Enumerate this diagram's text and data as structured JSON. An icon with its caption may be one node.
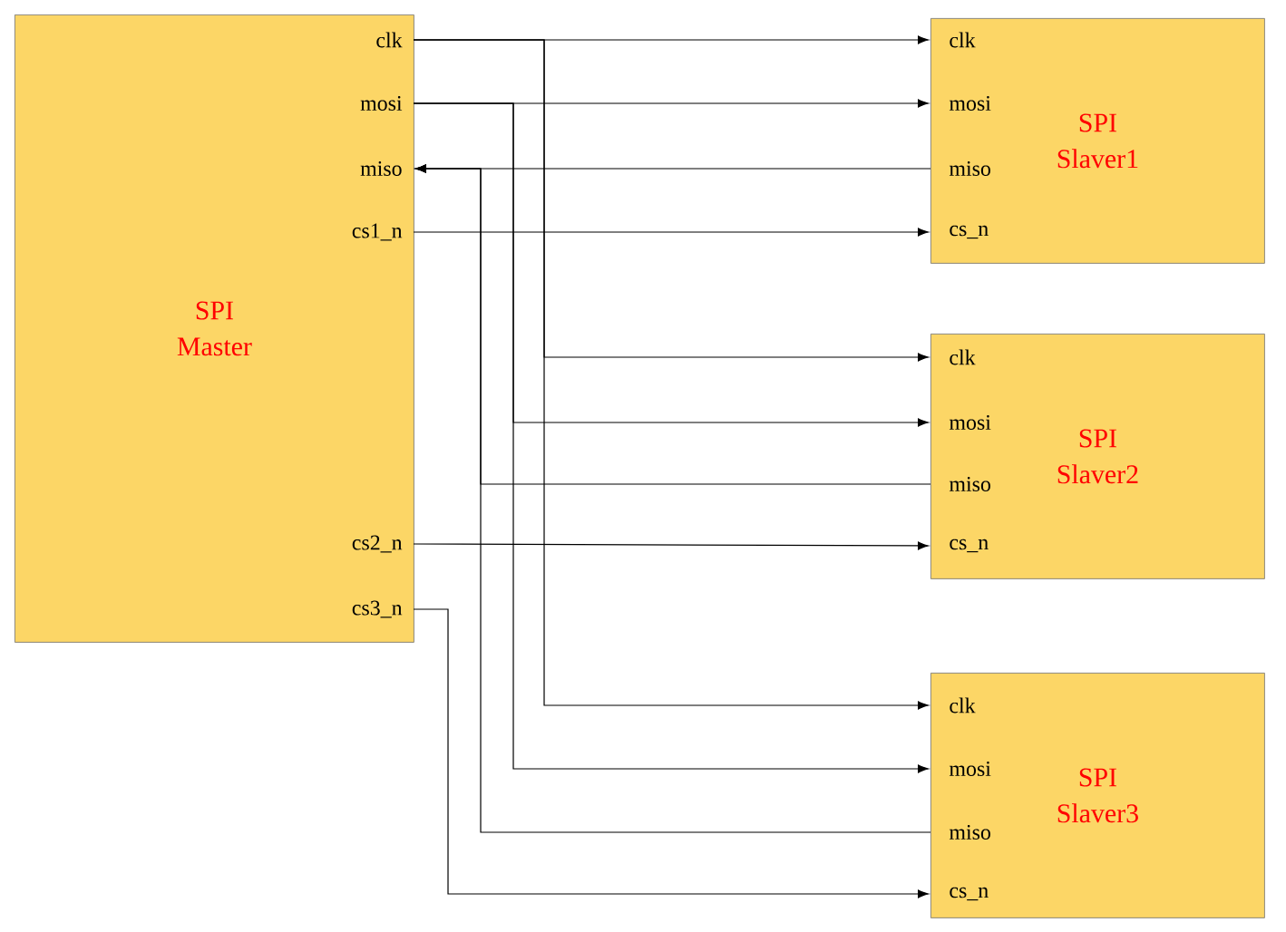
{
  "diagram": {
    "nodes": [
      {
        "text": [
          "SPI Master"
        ]
      },
      {
        "text": [
          "clk"
        ],
        "in": 0
      },
      {
        "text": [
          "mosi"
        ],
        "in": 0
      },
      {
        "text": [
          "miso"
        ],
        "in": 0
      },
      {
        "text": [
          "cs1_n"
        ],
        "in": 0
      },
      {
        "text": [
          "cs2_n"
        ],
        "in": 0
      },
      {
        "text": [
          "cs3_n"
        ],
        "in": 0
      },
      {
        "text": [
          "SPI Slaver1"
        ]
      },
      {
        "text": [
          "clk"
        ],
        "in": 7
      },
      {
        "text": [
          "mosi"
        ],
        "in": 7
      },
      {
        "text": [
          "miso"
        ],
        "in": 7
      },
      {
        "text": [
          "cs_n"
        ],
        "in": 7
      },
      {
        "text": [
          "SPI Slaver2"
        ]
      },
      {
        "text": [
          "clk"
        ],
        "in": 12
      },
      {
        "text": [
          "mosi"
        ],
        "in": 12
      },
      {
        "text": [
          "miso"
        ],
        "in": 12
      },
      {
        "text": [
          "cs_n"
        ],
        "in": 12
      },
      {
        "text": [
          "SPI Slaver3"
        ]
      },
      {
        "text": [
          "clk"
        ],
        "in": 17
      },
      {
        "text": [
          "mosi"
        ],
        "in": 17
      },
      {
        "text": [
          "miso"
        ],
        "in": 17
      },
      {
        "text": [
          "cs_n"
        ],
        "in": 17
      }
    ],
    "edges": [
      {
        "from": 1,
        "to": 8,
        "arrow": "to"
      },
      {
        "from": 1,
        "to": 13,
        "arrow": "to"
      },
      {
        "from": 1,
        "to": 18,
        "arrow": "to"
      },
      {
        "from": 2,
        "to": 9,
        "arrow": "to"
      },
      {
        "from": 2,
        "to": 14,
        "arrow": "to"
      },
      {
        "from": 2,
        "to": 19,
        "arrow": "to"
      },
      {
        "from": 10,
        "to": 3,
        "arrow": "to"
      },
      {
        "from": 15,
        "to": 3,
        "arrow": "to"
      },
      {
        "from": 20,
        "to": 3,
        "arrow": "to"
      },
      {
        "from": 4,
        "to": 11,
        "arrow": "to"
      },
      {
        "from": 5,
        "to": 16,
        "arrow": "to"
      },
      {
        "from": 6,
        "to": 21,
        "arrow": "to"
      }
    ]
  }
}
